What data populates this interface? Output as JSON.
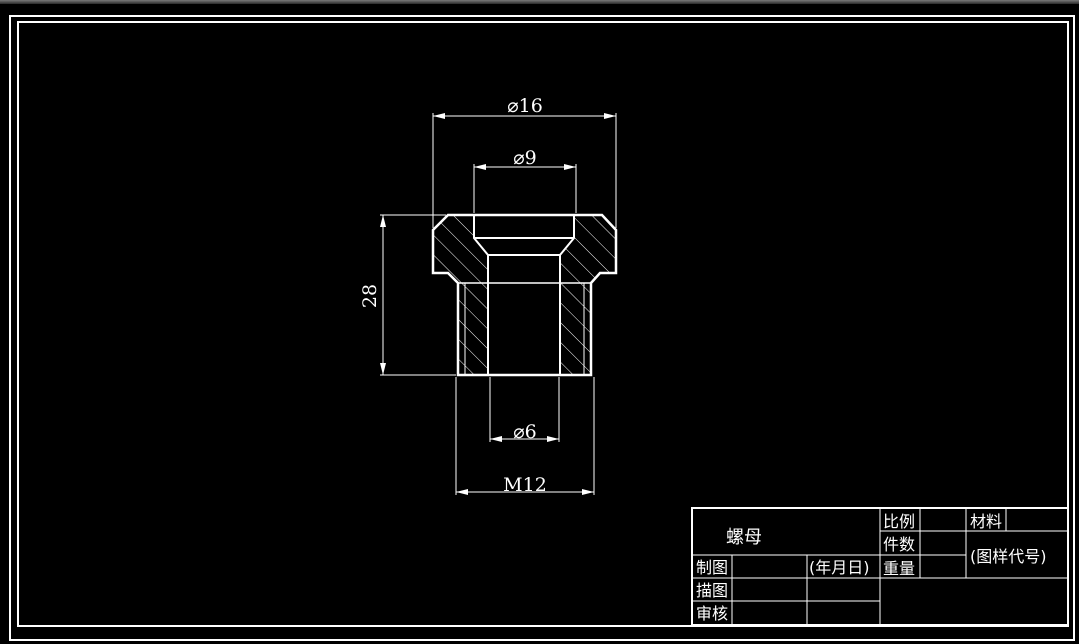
{
  "dimensions": {
    "outer_diameter": "⌀16",
    "bore_diameter": "⌀9",
    "height": "28",
    "inner_diameter": "⌀6",
    "thread": "M12"
  },
  "title_block": {
    "part_name": "螺母",
    "scale_label": "比例",
    "material_label": "材料",
    "quantity_label": "件数",
    "drawing_code": "(图样代号)",
    "weight_label": "重量",
    "drawn_label": "制图",
    "date_label": "(年月日)",
    "traced_label": "描图",
    "checked_label": "审核"
  }
}
